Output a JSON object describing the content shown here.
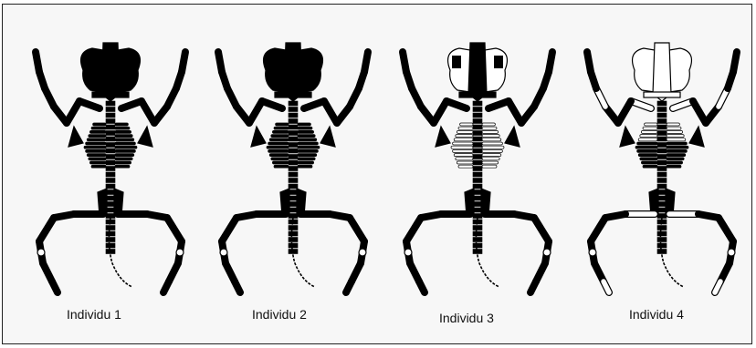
{
  "colors": {
    "bone_preserved": "#000000",
    "bone_missing": "#ffffff",
    "outline": "#000000",
    "background": "#f7f7f7"
  },
  "individuals": [
    {
      "label": "Individu 1",
      "state": {
        "skull": "full",
        "ribs": "full",
        "left_arm": "full",
        "right_arm": "full",
        "hind": "full"
      }
    },
    {
      "label": "Individu 2",
      "state": {
        "skull": "full",
        "ribs": "full",
        "left_arm": "full",
        "right_arm": "full",
        "hind": "full"
      }
    },
    {
      "label": "Individu 3",
      "state": {
        "skull": "partial",
        "ribs": "outline",
        "left_arm": "full",
        "right_arm": "full",
        "hind": "full"
      }
    },
    {
      "label": "Individu 4",
      "state": {
        "skull": "outline",
        "ribs": "mixed",
        "left_arm": "partial",
        "right_arm": "partial",
        "hind": "mostly"
      }
    }
  ]
}
